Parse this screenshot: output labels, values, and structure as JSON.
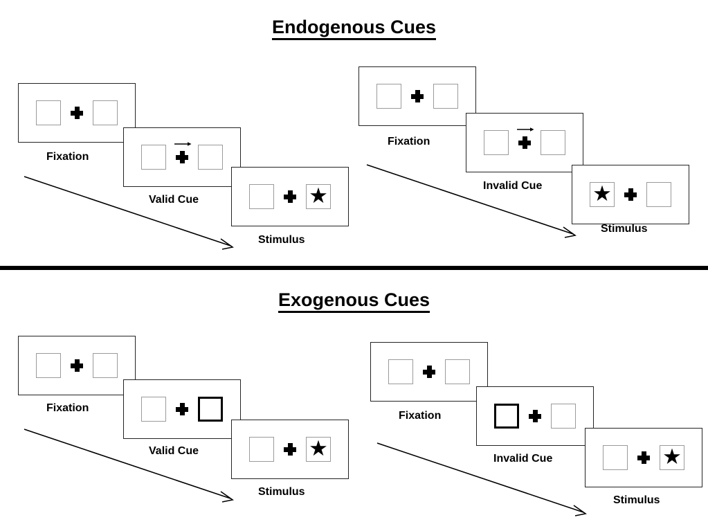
{
  "sections": [
    {
      "id": "endogenous",
      "title": "Endogenous Cues",
      "sequences": [
        {
          "id": "endogenous-valid",
          "panels": [
            {
              "caption": "Fixation",
              "left_box": "empty",
              "right_box": "empty",
              "cue_arrow": false
            },
            {
              "caption": "Valid Cue",
              "left_box": "empty",
              "right_box": "empty",
              "cue_arrow": true,
              "cue_direction": "right"
            },
            {
              "caption": "Stimulus",
              "left_box": "empty",
              "right_box": "star",
              "cue_arrow": false
            }
          ]
        },
        {
          "id": "endogenous-invalid",
          "panels": [
            {
              "caption": "Fixation",
              "left_box": "empty",
              "right_box": "empty",
              "cue_arrow": false
            },
            {
              "caption": "Invalid Cue",
              "left_box": "empty",
              "right_box": "empty",
              "cue_arrow": true,
              "cue_direction": "right"
            },
            {
              "caption": "Stimulus",
              "left_box": "star",
              "right_box": "empty",
              "cue_arrow": false
            }
          ]
        }
      ]
    },
    {
      "id": "exogenous",
      "title": "Exogenous Cues",
      "sequences": [
        {
          "id": "exogenous-valid",
          "panels": [
            {
              "caption": "Fixation",
              "left_box": "empty",
              "right_box": "empty",
              "cue_arrow": false
            },
            {
              "caption": "Valid Cue",
              "left_box": "empty",
              "right_box": "cued",
              "cue_arrow": false
            },
            {
              "caption": "Stimulus",
              "left_box": "empty",
              "right_box": "star",
              "cue_arrow": false
            }
          ]
        },
        {
          "id": "exogenous-invalid",
          "panels": [
            {
              "caption": "Fixation",
              "left_box": "empty",
              "right_box": "empty",
              "cue_arrow": false
            },
            {
              "caption": "Invalid Cue",
              "left_box": "cued",
              "right_box": "empty",
              "cue_arrow": false
            },
            {
              "caption": "Stimulus",
              "left_box": "empty",
              "right_box": "star",
              "cue_arrow": false
            }
          ]
        }
      ]
    }
  ],
  "icons": {
    "star_glyph": "★",
    "fixation_cross": "plus-cross-icon",
    "cue_arrow": "arrow-right-icon",
    "time_arrow": "time-progression-arrow-icon"
  },
  "colors": {
    "ink": "#000000",
    "panel_border": "#222222",
    "box_border": "#9a9a9a",
    "cued_box_border": "#000000",
    "background": "#ffffff"
  },
  "labels": {
    "title_endogenous": "Endogenous Cues",
    "title_exogenous": "Exogenous Cues",
    "fixation": "Fixation",
    "valid_cue": "Valid Cue",
    "invalid_cue": "Invalid Cue",
    "stimulus": "Stimulus"
  }
}
